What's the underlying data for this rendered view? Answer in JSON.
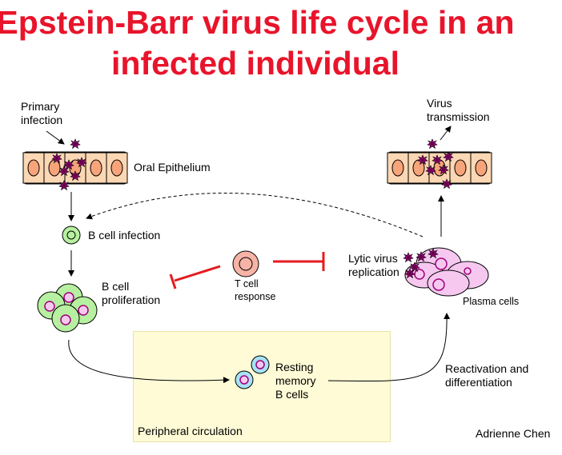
{
  "title": {
    "line1": "Epstein-Barr virus life cycle in an",
    "line2": "infected individual"
  },
  "labels": {
    "primary_infection": [
      "Primary",
      "infection"
    ],
    "oral_epithelium": "Oral Epithelium",
    "b_cell_infection": "B cell infection",
    "b_cell_proliferation": [
      "B cell",
      "proliferation"
    ],
    "t_cell_response": [
      "T cell",
      "response"
    ],
    "resting_memory": [
      "Resting",
      "memory",
      "B cells"
    ],
    "peripheral_circulation": "Peripheral circulation",
    "lytic_replication": [
      "Lytic virus",
      "replication"
    ],
    "plasma_cells": "Plasma cells",
    "virus_transmission": [
      "Virus",
      "transmission"
    ],
    "reactivation": [
      "Reactivation and",
      "differentiation"
    ],
    "author": "Adrienne Chen"
  },
  "colors": {
    "title": "#e8142b",
    "epithelium_fill": "#fcd7b4",
    "epithelium_nucleus": "#f7a47a",
    "b_cell": "#b6f0a0",
    "t_cell": "#f6b3a6",
    "plasma_cell": "#f6c8f0",
    "virus": "#a0007a",
    "inhibition": "#e51a1f",
    "circulation_bg": "#fefbd6"
  }
}
